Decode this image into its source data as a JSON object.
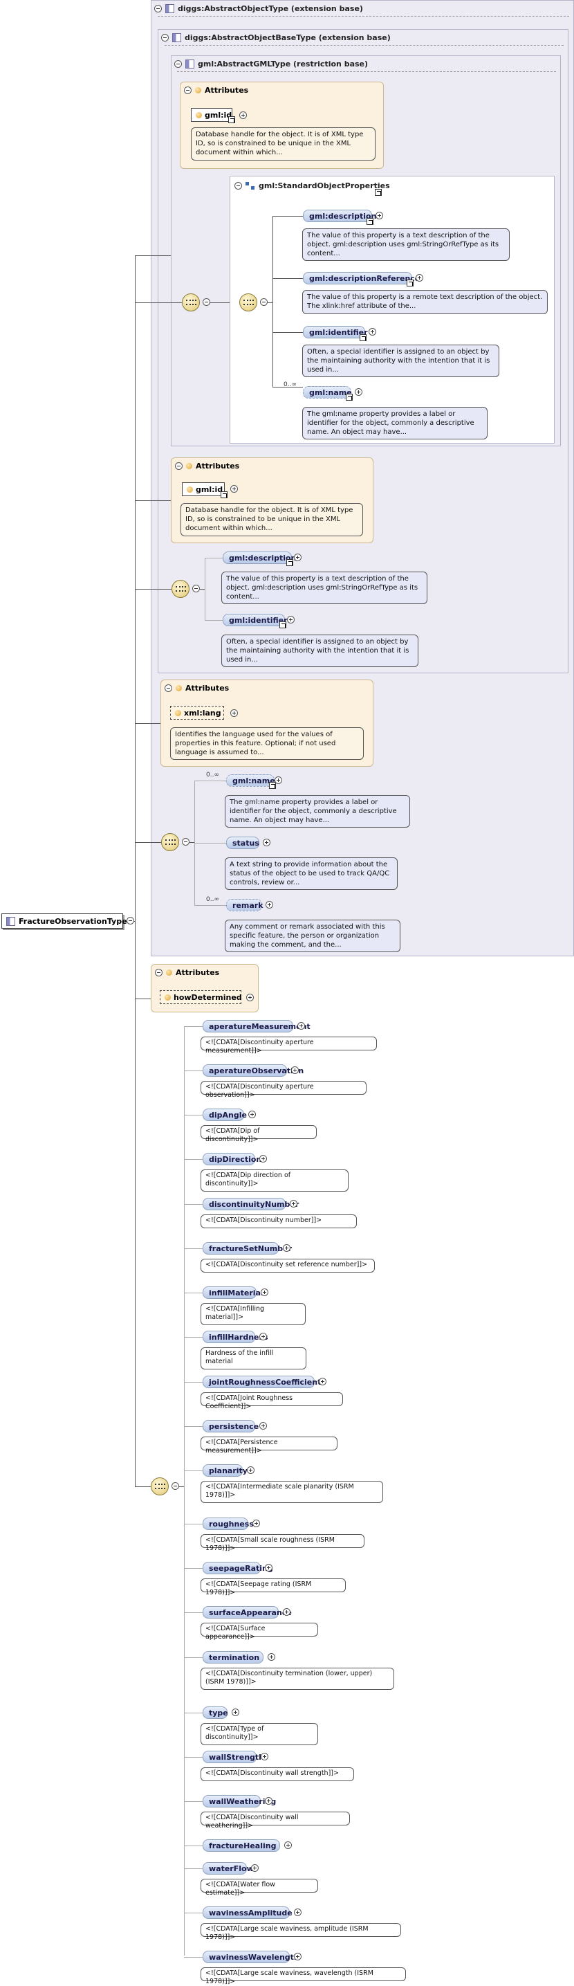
{
  "root": {
    "name": "FractureObservationType"
  },
  "base_types": {
    "abstract_object": "diggs:AbstractObjectType (extension base)",
    "abstract_object_base": "diggs:AbstractObjectBaseType (extension base)",
    "abstract_gml": "gml:AbstractGMLType (restriction base)",
    "standard_object_properties": "gml:StandardObjectProperties"
  },
  "labels": {
    "attributes": "Attributes"
  },
  "gml_attributes": {
    "gml_id": {
      "name": "gml:id",
      "doc": "Database handle for the object. It is of XML type ID, so is constrained to be unique in the XML document within which..."
    }
  },
  "standard_props": [
    {
      "name": "gml:description",
      "doc": "The value of this property is a text description of the object. gml:description uses gml:StringOrRefType as its content...",
      "mult": ""
    },
    {
      "name": "gml:descriptionReference",
      "doc": "The value of this property is a remote text description of the object. The xlink:href attribute of the...",
      "mult": ""
    },
    {
      "name": "gml:identifier",
      "doc": "Often, a special identifier is assigned to an object by the maintaining authority with the intention that it is used in...",
      "mult": ""
    },
    {
      "name": "gml:name",
      "doc": "The gml:name property provides a label or identifier for the object, commonly a descriptive name. An object may have...",
      "mult": "0..∞"
    }
  ],
  "base_attr2": {
    "name": "gml:id",
    "doc": "Database handle for the object. It is of XML type ID, so is constrained to be unique in the XML document within which..."
  },
  "base_seq": [
    {
      "name": "gml:description",
      "doc": "The value of this property is a text description of the object. gml:description uses gml:StringOrRefType as its content..."
    },
    {
      "name": "gml:identifier",
      "doc": "Often, a special identifier is assigned to an object by the maintaining authority with the intention that it is used in..."
    }
  ],
  "object_attr": {
    "name": "xml:lang",
    "doc": "Identifies the language used for the values of properties in this feature. Optional; if not used language is assumed to..."
  },
  "object_seq": [
    {
      "name": "gml:name",
      "doc": "The gml:name property provides a label or identifier for the object, commonly a descriptive name. An object may have...",
      "mult": "0..∞"
    },
    {
      "name": "status",
      "doc": "A text string to provide information about the status of the object to be used to track QA/QC controls, review or...",
      "mult": ""
    },
    {
      "name": "remark",
      "doc": "Any comment or remark associated with this specific feature, the person or organization making the comment, and the...",
      "mult": "0..∞"
    }
  ],
  "fracture_attr": {
    "name": "howDetermined"
  },
  "elements": [
    {
      "name": "aperatureMeasurement",
      "doc": "<![CDATA[Discontinuity aperture measurement]]>"
    },
    {
      "name": "aperatureObservation",
      "doc": "<![CDATA[Discontinuity aperture observation]]>"
    },
    {
      "name": "dipAngle",
      "doc": "<![CDATA[Dip of discontinuity]]>"
    },
    {
      "name": "dipDirection",
      "doc": "<![CDATA[Dip direction of discontinuity]]>"
    },
    {
      "name": "discontinuityNumber",
      "doc": "<![CDATA[Discontinuity number]]>"
    },
    {
      "name": "fractureSetNumber",
      "doc": "<![CDATA[Discontinuity set reference number]]>"
    },
    {
      "name": "infillMaterial",
      "doc": "<![CDATA[Infilling material]]>"
    },
    {
      "name": "infillHardness",
      "doc": "Hardness of the infill material"
    },
    {
      "name": "jointRoughnessCoefficient",
      "doc": "<![CDATA[Joint Roughness Coefficient]]>"
    },
    {
      "name": "persistence",
      "doc": "<![CDATA[Persistence measurement]]>"
    },
    {
      "name": "planarity",
      "doc": "<![CDATA[Intermediate scale planarity (ISRM 1978)]]>"
    },
    {
      "name": "roughness",
      "doc": "<![CDATA[Small scale roughness (ISRM 1978)]]>"
    },
    {
      "name": "seepageRating",
      "doc": "<![CDATA[Seepage rating (ISRM 1978)]]>"
    },
    {
      "name": "surfaceAppearance",
      "doc": "<![CDATA[Surface appearance]]>"
    },
    {
      "name": "termination",
      "doc": "<![CDATA[Discontinuity termination (lower, upper) (ISRM 1978)]]>"
    },
    {
      "name": "type",
      "doc": "<![CDATA[Type of discontinuity]]>"
    },
    {
      "name": "wallStrength",
      "doc": "<![CDATA[Discontinuity wall strength]]>"
    },
    {
      "name": "wallWeathering",
      "doc": "<![CDATA[Discontinuity wall weathering]]>"
    },
    {
      "name": "fractureHealing",
      "doc": ""
    },
    {
      "name": "waterFlow",
      "doc": "<![CDATA[Water flow estimate]]>"
    },
    {
      "name": "wavinessAmplitude",
      "doc": "<![CDATA[Large scale waviness, amplitude (ISRM 1978)]]>"
    },
    {
      "name": "wavinessWavelength",
      "doc": "<![CDATA[Large scale waviness, wavelength (ISRM 1978)]]>"
    }
  ]
}
